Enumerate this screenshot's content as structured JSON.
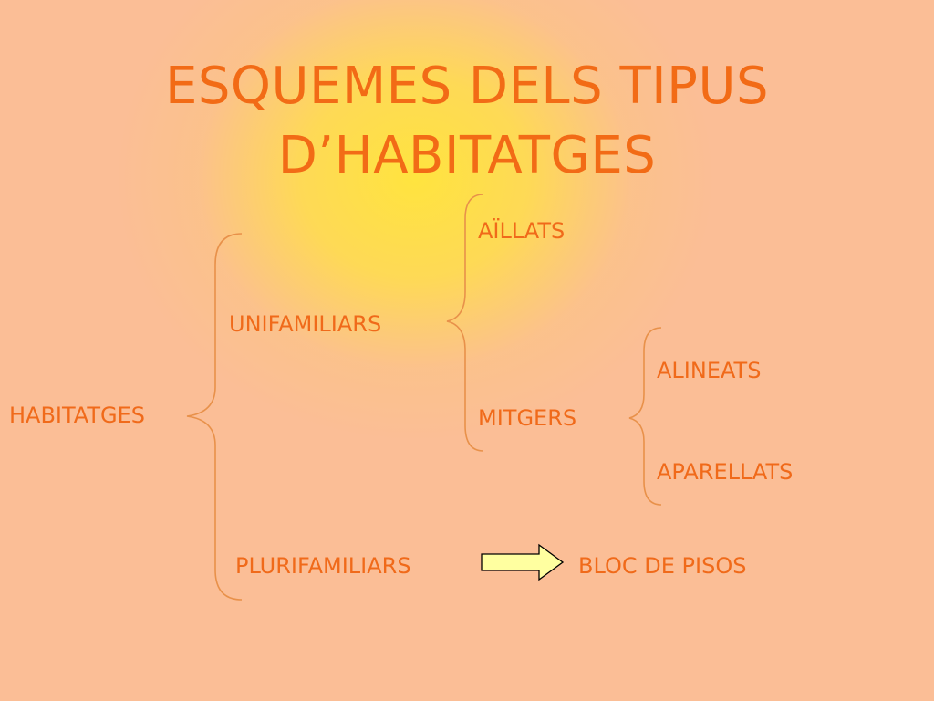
{
  "slide": {
    "title_line1": "ESQUEMES DELS TIPUS",
    "title_line2": "D’HABITATGES"
  },
  "diagram": {
    "root": "HABITATGES",
    "unifamiliars": "UNIFAMILIARS",
    "plurifamiliars": "PLURIFAMILIARS",
    "aillats": "AÏLLATS",
    "mitgers": "MITGERS",
    "alineats": "ALINEATS",
    "aparellats": "APARELLATS",
    "bloc_de_pisos": "BLOC DE PISOS"
  },
  "colors": {
    "background": "#FBBE96",
    "glow": "#FFE53C",
    "text": "#F26B16",
    "bracket": "#E8914A",
    "arrow_fill": "#FFFFA0",
    "arrow_outline": "#000000"
  }
}
